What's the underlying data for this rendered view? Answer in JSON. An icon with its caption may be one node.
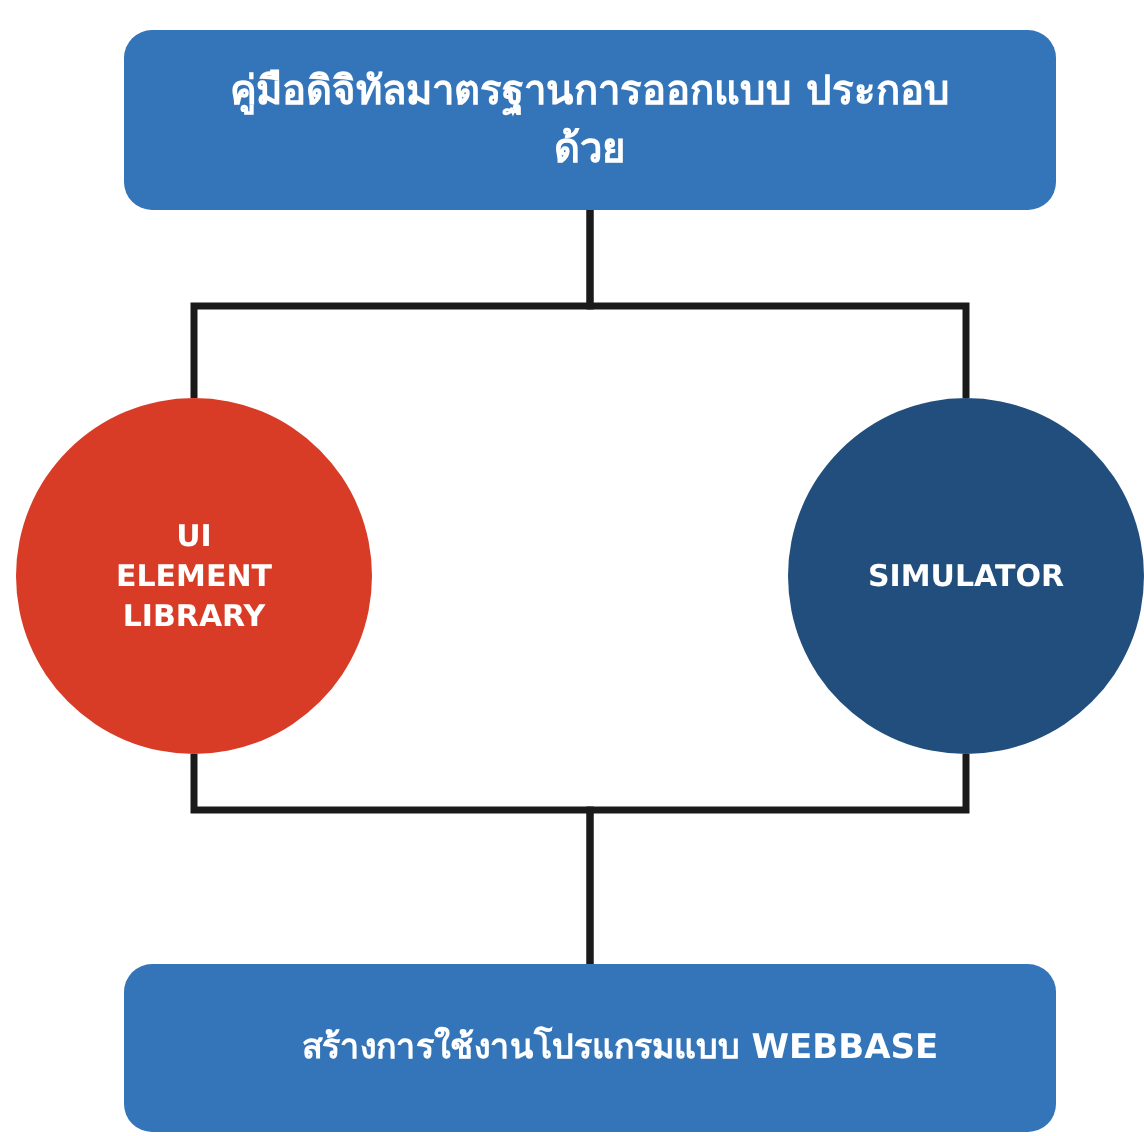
{
  "diagram": {
    "nodes": [
      {
        "text": [
          "คู่มือดิจิทัลมาตรฐานการออกแบบ ประกอบด้วย"
        ]
      },
      {
        "text": [
          "UI ELEMENT LIBRARY"
        ]
      },
      {
        "text": [
          "SIMULATOR"
        ]
      },
      {
        "text": [
          "สร้างการใช้งานโปรแกรมแบบ WEBBASE"
        ]
      }
    ],
    "edges": [
      {
        "from": 0,
        "to": 1,
        "arrow": "none"
      },
      {
        "from": 0,
        "to": 2,
        "arrow": "none"
      },
      {
        "from": 1,
        "to": 3,
        "arrow": "none"
      },
      {
        "from": 2,
        "to": 3,
        "arrow": "none"
      }
    ]
  }
}
